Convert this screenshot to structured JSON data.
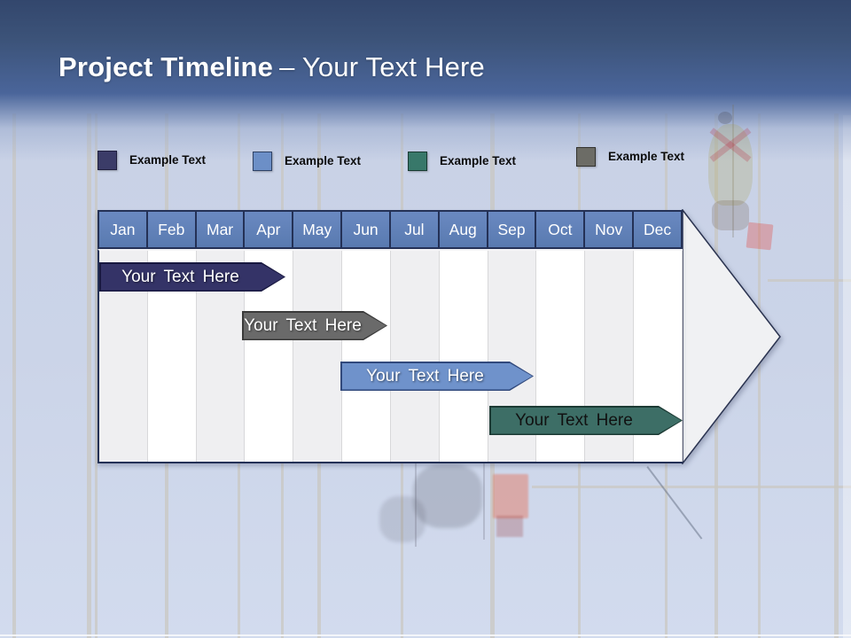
{
  "slide": {
    "title": {
      "bold": "Project Timeline",
      "separator": "–",
      "rest": "Your Text Here"
    }
  },
  "legend": [
    {
      "label": "Example Text",
      "color": "#3b3c68",
      "border": "#20203f"
    },
    {
      "label": "Example Text",
      "color": "#6c8fc7",
      "border": "#2f4265"
    },
    {
      "label": "Example Text",
      "color": "#38786a",
      "border": "#1a3b33"
    },
    {
      "label": "Example Text",
      "color": "#6c6c66",
      "border": "#33332f"
    }
  ],
  "timeline": {
    "months": [
      "Jan",
      "Feb",
      "Mar",
      "Apr",
      "May",
      "Jun",
      "Jul",
      "Aug",
      "Sep",
      "Oct",
      "Nov",
      "Dec"
    ],
    "header_fill": "#5f7fb7",
    "arrow_fill": "#f0f1f3",
    "bars": [
      {
        "label": "Your Text Here",
        "fill": "#343367",
        "border": "#181840",
        "text_color": "#ffffff",
        "start_month": 0.0,
        "end_month": 3.9
      },
      {
        "label": "Your Text Here",
        "fill": "#6a6a6a",
        "border": "#3a3a3a",
        "text_color": "#ffffff",
        "start_month": 3.0,
        "end_month": 5.9
      },
      {
        "label": "Your Text Here",
        "fill": "#6f92cb",
        "border": "#31497c",
        "text_color": "#ffffff",
        "start_month": 5.0,
        "end_month": 8.9
      },
      {
        "label": "Your Text Here",
        "fill": "#3d6e66",
        "border": "#1c3a34",
        "text_color": "#111111",
        "start_month": 8.0,
        "end_month": 12.0
      }
    ]
  }
}
